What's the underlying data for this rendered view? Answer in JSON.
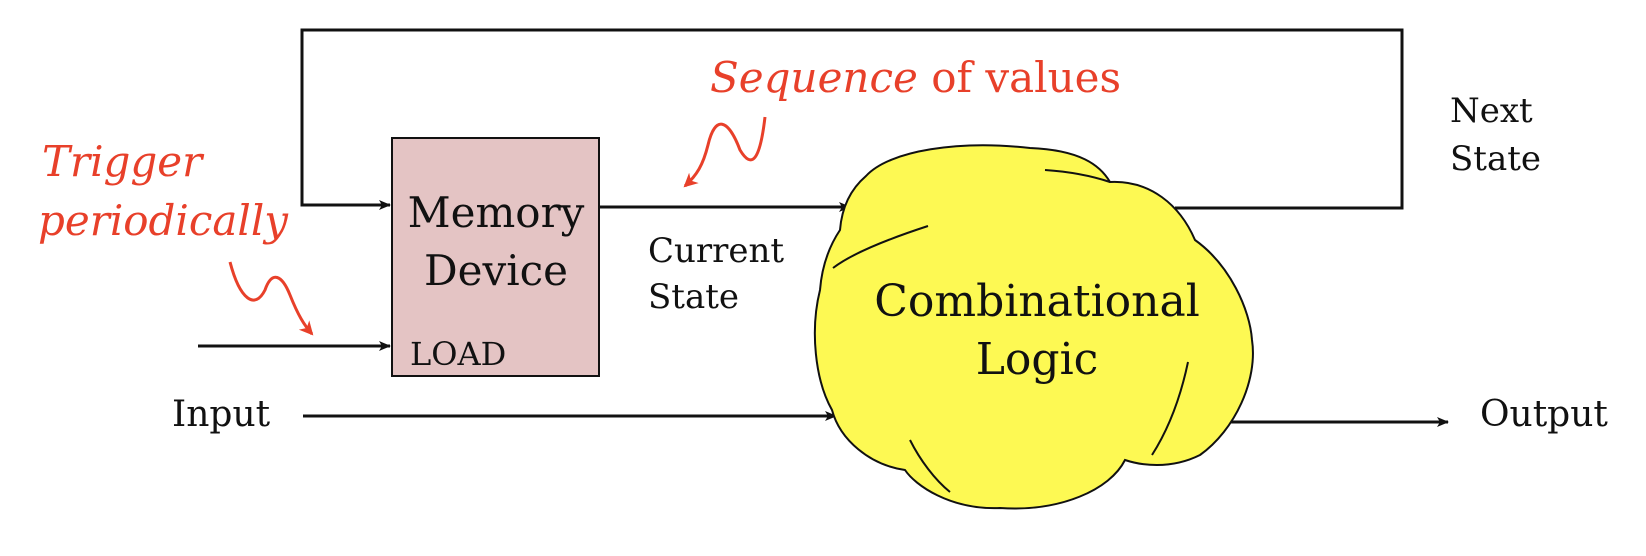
{
  "colors": {
    "ink": "#111111",
    "accent": "#e8402a",
    "memory_fill": "#e4c4c4",
    "logic_fill": "#fdf953"
  },
  "memory_device": {
    "line1": "Memory",
    "line2": "Device",
    "load": "LOAD"
  },
  "combinational_logic": {
    "line1": "Combinational",
    "line2": "Logic"
  },
  "labels": {
    "input": "Input",
    "output": "Output",
    "current_state_1": "Current",
    "current_state_2": "State",
    "next_state_1": "Next",
    "next_state_2": "State"
  },
  "annotations": {
    "sequence_italic": "Sequence",
    "sequence_rest": " of values",
    "trigger_1": "Trigger",
    "trigger_2": "periodically"
  }
}
